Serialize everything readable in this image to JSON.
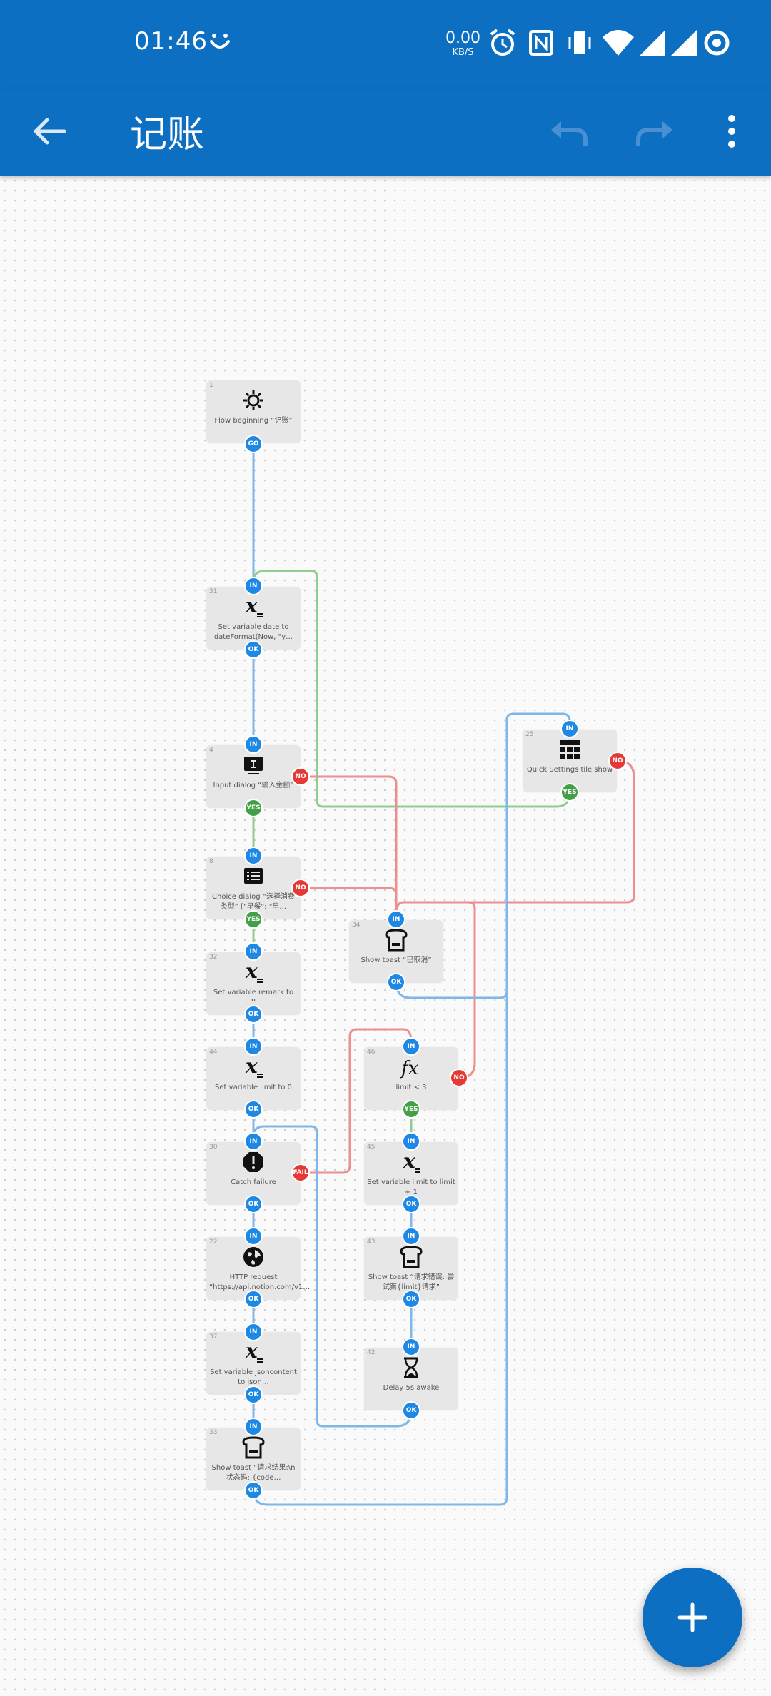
{
  "status": {
    "time": "01:46",
    "net_speed": "0.00",
    "net_unit": "KB/S"
  },
  "appbar": {
    "title": "记账"
  },
  "blocks": [
    {
      "id": "b1",
      "num": "1",
      "label": "Flow beginning “记账”"
    },
    {
      "id": "b31",
      "num": "31",
      "label": "Set variable date to dateFormat(Now, \"y…"
    },
    {
      "id": "b4",
      "num": "4",
      "label": "Input dialog “输入金额”"
    },
    {
      "id": "b8",
      "num": "8",
      "label": "Choice dialog “选择消费类型” [\"早餐\": \"早…"
    },
    {
      "id": "b32",
      "num": "32",
      "label": "Set variable remark to \"\""
    },
    {
      "id": "b44",
      "num": "44",
      "label": "Set variable limit to 0"
    },
    {
      "id": "b30",
      "num": "30",
      "label": "Catch failure"
    },
    {
      "id": "b22",
      "num": "22",
      "label": "HTTP request “https://api.notion.com/v1…"
    },
    {
      "id": "b37",
      "num": "37",
      "label": "Set variable jsoncontent to json…"
    },
    {
      "id": "b33",
      "num": "33",
      "label": "Show toast “请求结果:\\n状态码: {code…"
    },
    {
      "id": "b34",
      "num": "34",
      "label": "Show toast “已取消”"
    },
    {
      "id": "b46",
      "num": "46",
      "label": "limit < 3"
    },
    {
      "id": "b45",
      "num": "45",
      "label": "Set variable limit to limit + 1"
    },
    {
      "id": "b43",
      "num": "43",
      "label": "Show toast “请求错误: 尝试第{limit}请求”"
    },
    {
      "id": "b42",
      "num": "42",
      "label": "Delay 5s awake"
    },
    {
      "id": "b25",
      "num": "25",
      "label": "Quick Settings tile show"
    }
  ],
  "ports": {
    "in": "IN",
    "ok": "OK",
    "go": "GO",
    "yes": "YES",
    "no": "NO",
    "fail": "FAIL"
  },
  "icons": {
    "back": "arrow-back-icon",
    "undo": "undo-icon",
    "redo": "redo-icon",
    "more": "more-vert-icon",
    "b1": "gear-icon",
    "var": "variable-icon",
    "input": "input-dialog-icon",
    "choice": "choice-list-icon",
    "toast": "toast-icon",
    "fx": "function-icon",
    "catch": "alert-icon",
    "http": "globe-icon",
    "delay": "hourglass-icon",
    "tile": "tile-icon",
    "add": "add-icon"
  },
  "colors": {
    "primary": "#0d6fc2",
    "port_blue": "#1e88e5",
    "port_green": "#43a047",
    "port_red": "#e53935",
    "wire_blue": "#7fb8e8",
    "wire_green": "#8fce8f",
    "wire_red": "#ec8f8f",
    "block_bg": "#e7e7e7"
  }
}
